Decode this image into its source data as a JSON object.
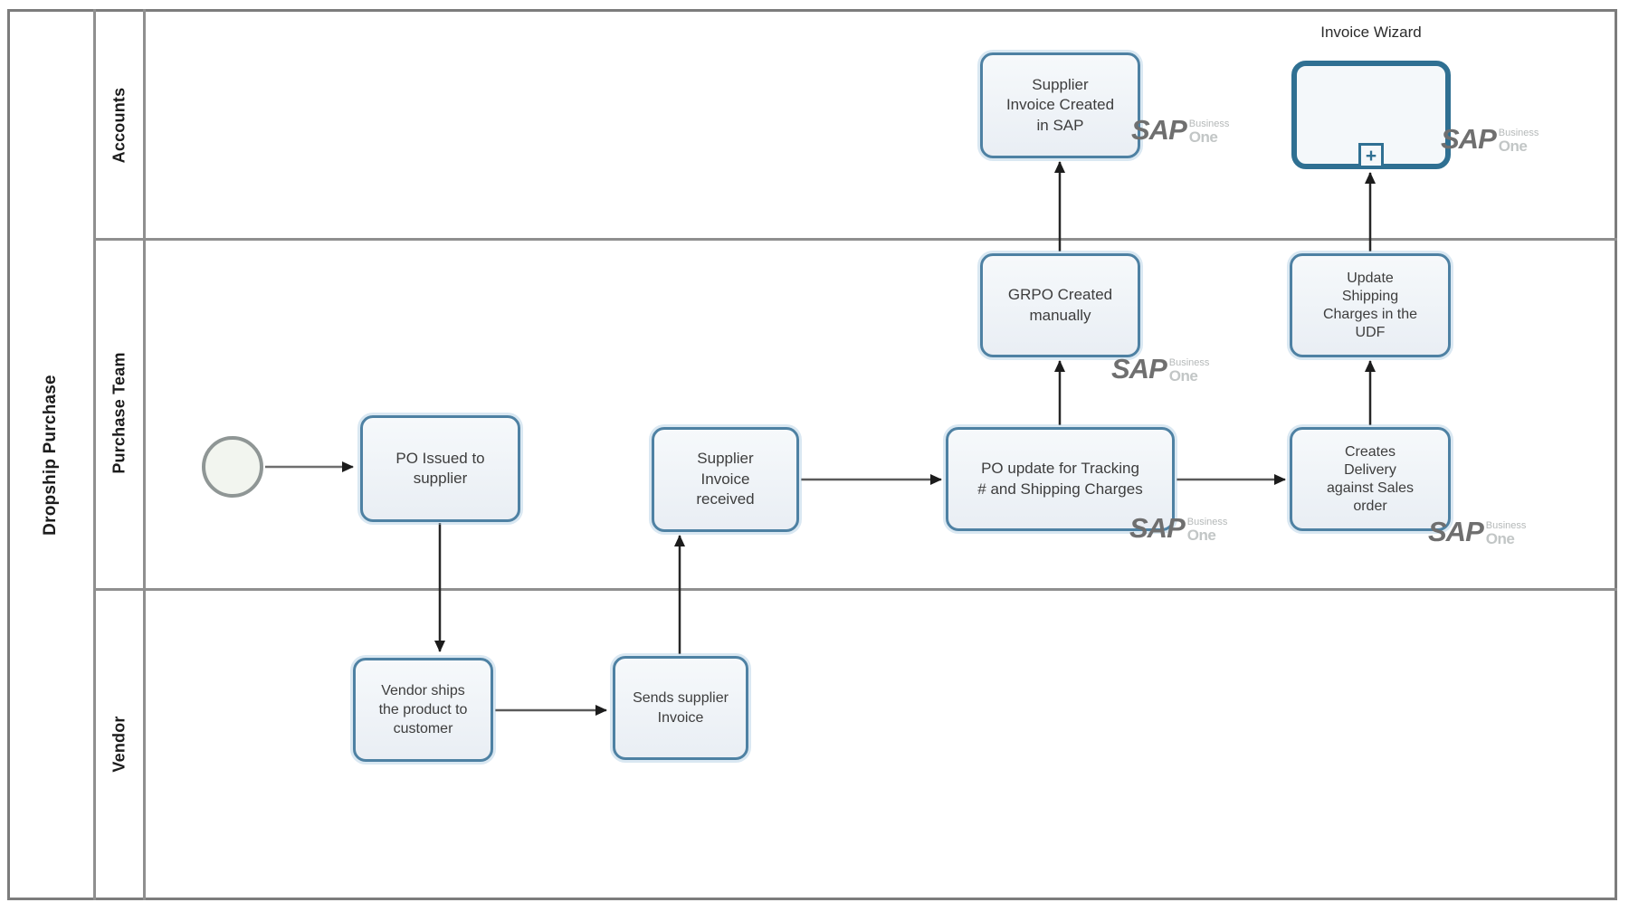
{
  "pool": {
    "label": "Dropship Purchase"
  },
  "lanes": [
    {
      "label": "Accounts"
    },
    {
      "label": "Purchase Team"
    },
    {
      "label": "Vendor"
    }
  ],
  "nodes": {
    "supplier_invoice_created": {
      "label": "Supplier\nInvoice Created\nin SAP"
    },
    "invoice_wizard": {
      "title": "Invoice Wizard",
      "plus": "+"
    },
    "grpo_created": {
      "label": "GRPO Created\nmanually"
    },
    "update_shipping": {
      "label": "Update\nShipping\nCharges in the\nUDF"
    },
    "po_issued": {
      "label": "PO Issued to\nsupplier"
    },
    "supplier_invoice_received": {
      "label": "Supplier\nInvoice\nreceived"
    },
    "po_update": {
      "label": "PO update for Tracking\n# and Shipping Charges"
    },
    "creates_delivery": {
      "label": "Creates\nDelivery\nagainst Sales\norder"
    },
    "vendor_ships": {
      "label": "Vendor ships\nthe product to\ncustomer"
    },
    "sends_supplier_invoice": {
      "label": "Sends supplier\nInvoice"
    }
  },
  "sap_logo": {
    "sap": "SAP",
    "business": "Business",
    "one": "One"
  },
  "colors": {
    "task_border": "#4e81a3",
    "task_fill": "#eef2f7",
    "subprocess_border": "#2f7092",
    "lane_line": "#8f8f8f",
    "arrow_line": "#555555",
    "arrow_head": "#1c1c1c",
    "sap_dark_gray": "#6f6f6f",
    "sap_light_gray": "#c2c6c6"
  }
}
